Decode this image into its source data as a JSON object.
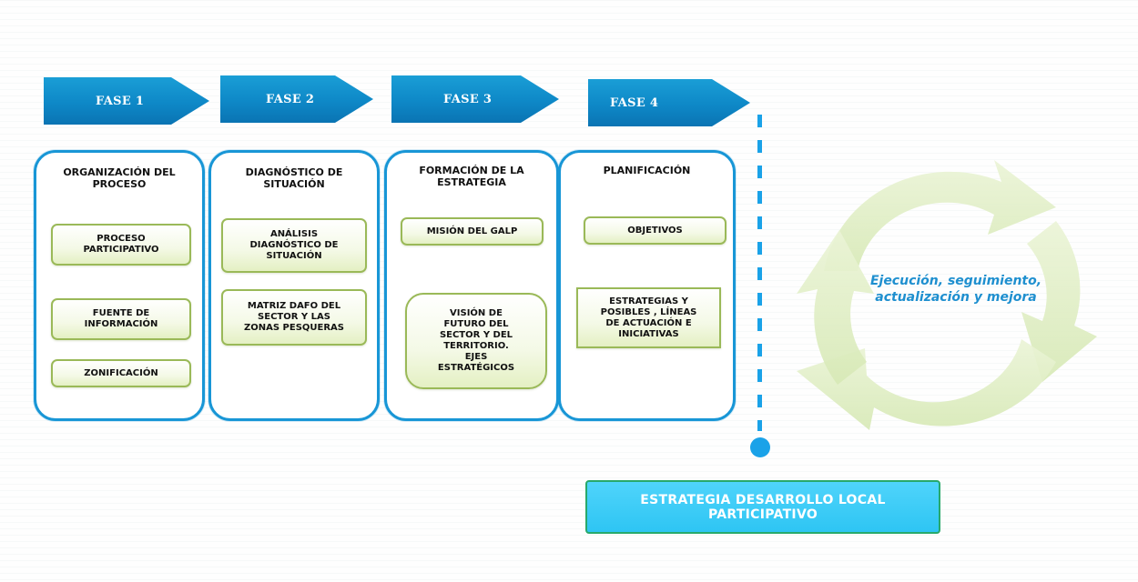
{
  "phases": [
    {
      "arrow_label": "FASE 1",
      "title": "ORGANIZACIÓN DEL\nPROCESO",
      "items": [
        "PROCESO\nPARTICIPATIVO",
        "FUENTE DE\nINFORMACIÓN",
        "ZONIFICACIÓN"
      ]
    },
    {
      "arrow_label": "FASE 2",
      "title": "DIAGNÓSTICO DE\nSITUACIÓN",
      "items": [
        "ANÁLISIS\nDIAGNÓSTICO DE\nSITUACIÓN",
        "MATRIZ DAFO DEL\nSECTOR Y LAS\nZONAS PESQUERAS"
      ]
    },
    {
      "arrow_label": "FASE 3",
      "title": "FORMACIÓN DE LA\nESTRATEGIA",
      "items": [
        "MISIÓN DEL GALP",
        "VISIÓN DE\nFUTURO DEL\nSECTOR Y DEL\nTERRITORIO.\nEJES\nESTRATÉGICOS"
      ]
    },
    {
      "arrow_label": "FASE 4",
      "title": "PLANIFICACIÓN",
      "items": [
        "OBJETIVOS",
        "ESTRATEGIAS Y\nPOSIBLES , LÍNEAS\nDE ACTUACIÓN  E\nINICIATIVAS"
      ]
    }
  ],
  "cycle": {
    "label": "Ejecución, seguimiento,\nactualización y mejora"
  },
  "banner": {
    "label": "ESTRATEGIA DESARROLLO LOCAL\nPARTICIPATIVO"
  },
  "colors": {
    "arrow_blue": "#0e88c7",
    "card_border": "#1896d6",
    "item_border": "#9ab958",
    "cycle_green": "#dfeec0",
    "cycle_text": "#1e8fcf",
    "banner_fill": "#3ccbf6",
    "banner_border": "#28a96b",
    "dashed_line": "#1aa2e8"
  },
  "icons": {
    "cycle": "circular-arrows-icon",
    "timeline_end": "dot-marker-icon"
  }
}
